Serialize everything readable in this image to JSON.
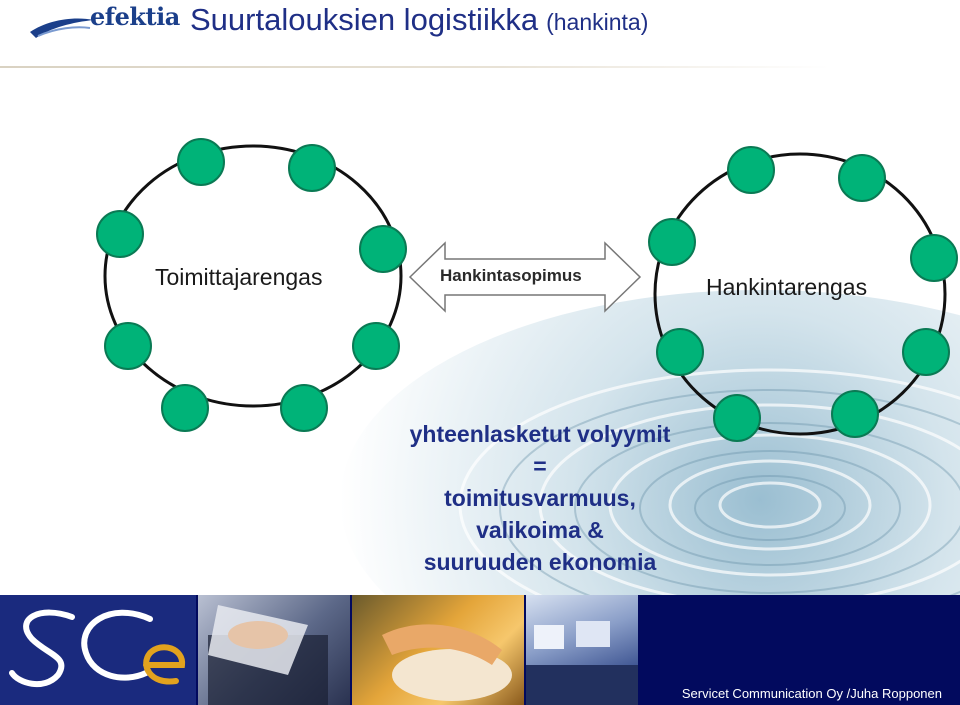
{
  "header": {
    "logo_text": "efektia",
    "title": "Suurtalouksien logistiikka",
    "subtitle": "(hankinta)"
  },
  "diagram": {
    "left_ring_label": "Toimittajarengas",
    "right_ring_label": "Hankintarengas",
    "arrow_label": "Hankintasopimus",
    "node_color": "#00b378",
    "ring_color": "#111111"
  },
  "conclusion": {
    "lines": [
      "yhteenlasketut volyymit",
      "=",
      "toimitusvarmuus,",
      "valikoima &",
      "suuruuden ekonomia"
    ]
  },
  "footer": {
    "logo_text": "SCe",
    "credit": "Servicet Communication Oy /Juha Ropponen",
    "band_color": "#020a5e"
  }
}
